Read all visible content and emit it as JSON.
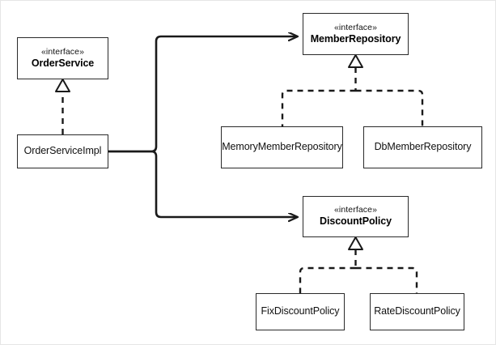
{
  "diagram": {
    "kind": "uml-class-diagram",
    "background": "#ffffff",
    "line_color": "#1a1a1a",
    "node_border_color": "#2a2a2a",
    "stereotype_label": "«interface»",
    "nodes": {
      "order_service": {
        "stereotype": "«interface»",
        "name": "OrderService"
      },
      "order_service_impl": {
        "name": "OrderServiceImpl"
      },
      "member_repository": {
        "stereotype": "«interface»",
        "name": "MemberRepository"
      },
      "memory_member_repository": {
        "name": "MemoryMemberRepository"
      },
      "db_member_repository": {
        "name": "DbMemberRepository"
      },
      "discount_policy": {
        "stereotype": "«interface»",
        "name": "DiscountPolicy"
      },
      "fix_discount_policy": {
        "name": "FixDiscountPolicy"
      },
      "rate_discount_policy": {
        "name": "RateDiscountPolicy"
      }
    },
    "relations": [
      {
        "type": "realization",
        "from": "OrderServiceImpl",
        "to": "OrderService"
      },
      {
        "type": "realization",
        "from": "MemoryMemberRepository",
        "to": "MemberRepository"
      },
      {
        "type": "realization",
        "from": "DbMemberRepository",
        "to": "MemberRepository"
      },
      {
        "type": "realization",
        "from": "FixDiscountPolicy",
        "to": "DiscountPolicy"
      },
      {
        "type": "realization",
        "from": "RateDiscountPolicy",
        "to": "DiscountPolicy"
      },
      {
        "type": "association",
        "from": "OrderServiceImpl",
        "to": "MemberRepository"
      },
      {
        "type": "association",
        "from": "OrderServiceImpl",
        "to": "DiscountPolicy"
      }
    ]
  }
}
